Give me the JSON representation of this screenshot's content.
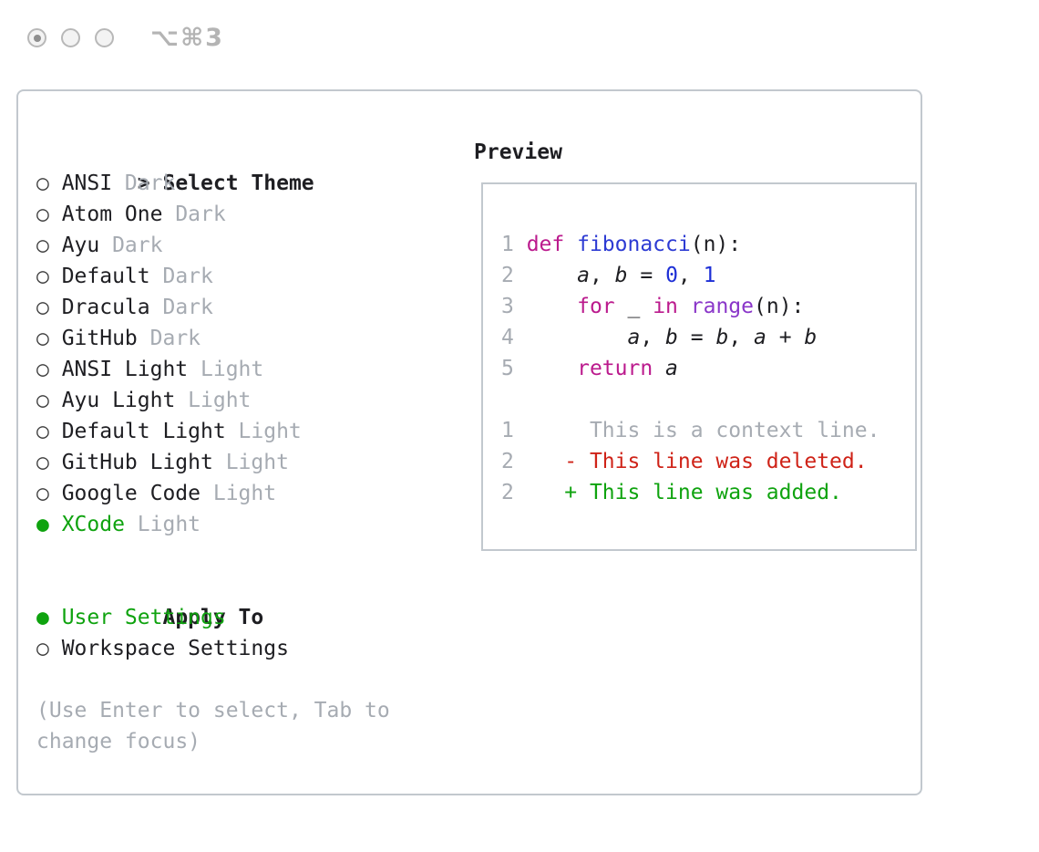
{
  "window": {
    "shortcut_label": "⌥⌘3"
  },
  "icons": {
    "cursor": ">",
    "radio_on": "●",
    "radio_off": "○"
  },
  "colors": {
    "accent_green": "#0fa30f",
    "added_green": "#0fa30f",
    "deleted_red": "#cf2318",
    "keyword_magenta": "#bb1a8d",
    "function_blue": "#2d3bd3",
    "number_blue": "#1d2fd6",
    "type_purple": "#8a36c9",
    "text_dark": "#1e1e22",
    "muted_gray": "#a6abb2",
    "panel_border": "#c2c8ce"
  },
  "theme_selector": {
    "title": "Select Theme",
    "items": [
      {
        "name": "ANSI",
        "variant": "Dark",
        "selected": false
      },
      {
        "name": "Atom One",
        "variant": "Dark",
        "selected": false
      },
      {
        "name": "Ayu",
        "variant": "Dark",
        "selected": false
      },
      {
        "name": "Default",
        "variant": "Dark",
        "selected": false
      },
      {
        "name": "Dracula",
        "variant": "Dark",
        "selected": false
      },
      {
        "name": "GitHub",
        "variant": "Dark",
        "selected": false
      },
      {
        "name": "ANSI Light",
        "variant": "Light",
        "selected": false
      },
      {
        "name": "Ayu Light",
        "variant": "Light",
        "selected": false
      },
      {
        "name": "Default Light",
        "variant": "Light",
        "selected": false
      },
      {
        "name": "GitHub Light",
        "variant": "Light",
        "selected": false
      },
      {
        "name": "Google Code",
        "variant": "Light",
        "selected": false
      },
      {
        "name": "XCode",
        "variant": "Light",
        "selected": true
      }
    ]
  },
  "apply_to": {
    "title": "Apply To",
    "options": [
      {
        "label": "User Settings",
        "selected": true
      },
      {
        "label": "Workspace Settings",
        "selected": false
      }
    ]
  },
  "hint": {
    "line1": "(Use Enter to select, Tab to",
    "line2": "change focus)"
  },
  "preview": {
    "title": "Preview",
    "lines": [
      {
        "name": "code-line-1",
        "segments": [
          {
            "t": "1 ",
            "s": "linenum"
          },
          {
            "t": "def ",
            "s": "keyword"
          },
          {
            "t": "fibonacci",
            "s": "function"
          },
          {
            "t": "(n):",
            "s": "plain"
          }
        ]
      },
      {
        "name": "code-line-2",
        "segments": [
          {
            "t": "2 ",
            "s": "linenum"
          },
          {
            "t": "    ",
            "s": "plain"
          },
          {
            "t": "a",
            "s": "variable"
          },
          {
            "t": ", ",
            "s": "plain"
          },
          {
            "t": "b",
            "s": "variable"
          },
          {
            "t": " = ",
            "s": "plain"
          },
          {
            "t": "0",
            "s": "number"
          },
          {
            "t": ", ",
            "s": "plain"
          },
          {
            "t": "1",
            "s": "number"
          }
        ]
      },
      {
        "name": "code-line-3",
        "segments": [
          {
            "t": "3 ",
            "s": "linenum"
          },
          {
            "t": "    ",
            "s": "plain"
          },
          {
            "t": "for",
            "s": "keyword"
          },
          {
            "t": " _ ",
            "s": "plain"
          },
          {
            "t": "in",
            "s": "keyword"
          },
          {
            "t": " ",
            "s": "plain"
          },
          {
            "t": "range",
            "s": "type"
          },
          {
            "t": "(n):",
            "s": "plain"
          }
        ]
      },
      {
        "name": "code-line-4",
        "segments": [
          {
            "t": "4 ",
            "s": "linenum"
          },
          {
            "t": "        ",
            "s": "plain"
          },
          {
            "t": "a",
            "s": "variable"
          },
          {
            "t": ", ",
            "s": "plain"
          },
          {
            "t": "b",
            "s": "variable"
          },
          {
            "t": " = ",
            "s": "plain"
          },
          {
            "t": "b",
            "s": "variable"
          },
          {
            "t": ", ",
            "s": "plain"
          },
          {
            "t": "a",
            "s": "variable"
          },
          {
            "t": " + ",
            "s": "plain"
          },
          {
            "t": "b",
            "s": "variable"
          }
        ]
      },
      {
        "name": "code-line-5",
        "segments": [
          {
            "t": "5 ",
            "s": "linenum"
          },
          {
            "t": "    ",
            "s": "plain"
          },
          {
            "t": "return",
            "s": "keyword"
          },
          {
            "t": " ",
            "s": "plain"
          },
          {
            "t": "a",
            "s": "variable"
          }
        ]
      },
      {
        "name": "blank-line",
        "segments": []
      },
      {
        "name": "diff-context-line",
        "segments": [
          {
            "t": "1 ",
            "s": "linenum"
          },
          {
            "t": "     This is a context line.",
            "s": "context"
          }
        ]
      },
      {
        "name": "diff-deleted-line",
        "segments": [
          {
            "t": "2 ",
            "s": "linenum"
          },
          {
            "t": "   - This line was deleted.",
            "s": "deleted"
          }
        ]
      },
      {
        "name": "diff-added-line",
        "segments": [
          {
            "t": "2 ",
            "s": "linenum"
          },
          {
            "t": "   + This line was added.",
            "s": "added"
          }
        ]
      }
    ]
  }
}
